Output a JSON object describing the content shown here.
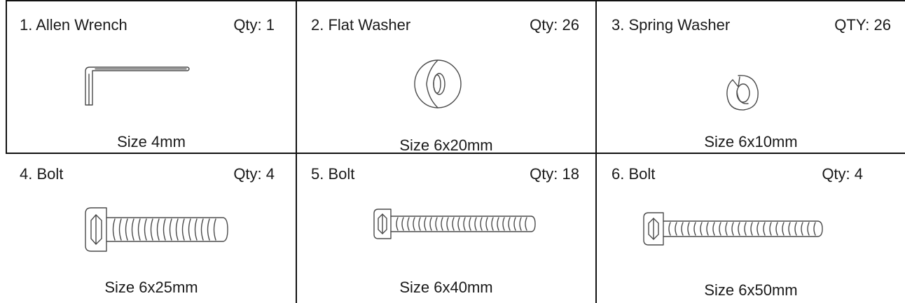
{
  "parts": [
    {
      "name": "1. Allen Wrench",
      "qty": "Qty: 1",
      "size": "Size 4mm",
      "icon": "allen-wrench-icon"
    },
    {
      "name": "2. Flat Washer",
      "qty": "Qty: 26",
      "size": "Size 6x20mm",
      "icon": "flat-washer-icon"
    },
    {
      "name": "3. Spring Washer",
      "qty": "QTY: 26",
      "size": "Size 6x10mm",
      "icon": "spring-washer-icon"
    },
    {
      "name": "4. Bolt",
      "qty": "Qty: 4",
      "size": "Size 6x25mm",
      "icon": "bolt-icon"
    },
    {
      "name": "5. Bolt",
      "qty": "Qty: 18",
      "size": "Size 6x40mm",
      "icon": "bolt-icon"
    },
    {
      "name": "6. Bolt",
      "qty": "Qty: 4",
      "size": "Size 6x50mm",
      "icon": "bolt-icon"
    }
  ]
}
